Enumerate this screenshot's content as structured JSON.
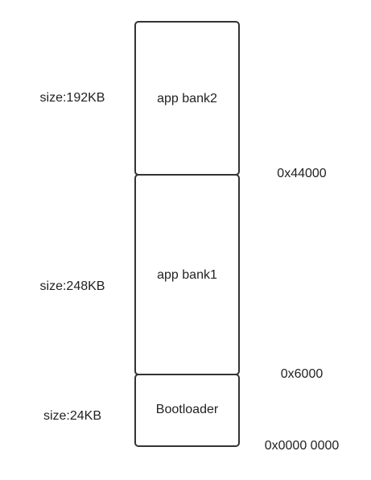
{
  "memory_map": {
    "blocks": [
      {
        "name": "app bank2",
        "size_label": "size:192KB"
      },
      {
        "name": "app bank1",
        "size_label": "size:248KB"
      },
      {
        "name": "Bootloader",
        "size_label": "size:24KB"
      }
    ],
    "addresses": {
      "bank1_bank2_boundary": "0x44000",
      "boot_bank1_boundary": "0x6000",
      "base": "0x0000 0000"
    }
  },
  "colors": {
    "border": "#333333",
    "text": "#222222",
    "background": "#ffffff"
  }
}
